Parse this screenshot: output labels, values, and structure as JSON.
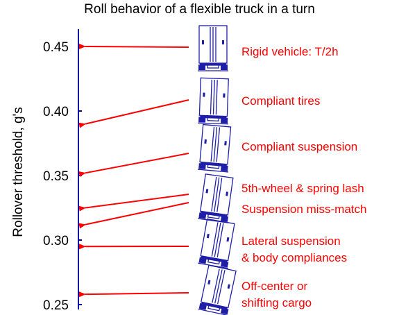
{
  "title": "Roll behavior of a flexible truck in a turn",
  "colors": {
    "axis": "#0000aa",
    "truck": "#1e1ea8",
    "arrow": "#ff0000",
    "label": "#ff0000"
  },
  "chart_data": {
    "type": "annotated-scale",
    "ylabel": "Rollover threshold, g's",
    "ylim": [
      0.25,
      0.45
    ],
    "ticks": [
      "0.45",
      "0.40",
      "0.35",
      "0.30",
      "0.25"
    ],
    "conditions": [
      {
        "lines": [
          "Rigid vehicle: T/2h"
        ],
        "threshold": 0.45,
        "roll_deg": 0
      },
      {
        "lines": [
          "Compliant tires"
        ],
        "threshold": 0.39,
        "roll_deg": 2
      },
      {
        "lines": [
          "Compliant suspension"
        ],
        "threshold": 0.352,
        "roll_deg": 5
      },
      {
        "lines": [
          "5th-wheel & spring lash"
        ],
        "threshold": 0.325,
        "roll_deg": 8
      },
      {
        "lines": [
          "Suspension miss-match"
        ],
        "threshold": 0.312,
        "roll_deg": 8
      },
      {
        "lines": [
          "Lateral suspension",
          "& body compliances"
        ],
        "threshold": 0.295,
        "roll_deg": 10
      },
      {
        "lines": [
          "Off-center or",
          "shifting cargo"
        ],
        "threshold": 0.258,
        "roll_deg": 12
      }
    ]
  }
}
